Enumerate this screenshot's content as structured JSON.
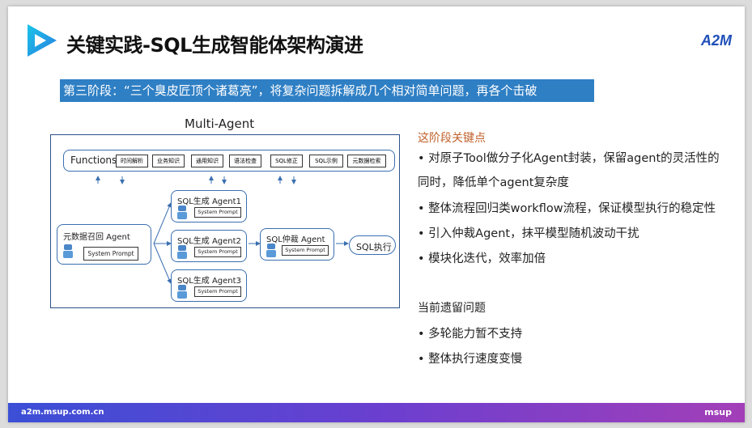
{
  "header": {
    "title": "关键实践-SQL生成智能体架构演进",
    "brand": "A2M"
  },
  "banner": "第三阶段：“三个臭皮匠顶个诸葛亮”，将复杂问题拆解成几个相对简单问题，再各个击破",
  "diagram": {
    "title": "Multi-Agent",
    "functions_label": "Functions",
    "functions": [
      "时间解析",
      "业务知识",
      "通用知识",
      "语法检查",
      "SQL修正",
      "SQL示例",
      "元数据检索"
    ],
    "meta_agent": "元数据召回 Agent",
    "sql_agents": [
      "SQL生成 Agent1",
      "SQL生成 Agent2",
      "SQL生成 Agent3"
    ],
    "arbiter_agent": "SQL仲裁 Agent",
    "output": "SQL执行",
    "prompt_label": "System Prompt",
    "colors": {
      "border": "#3a6fb0",
      "robot": "#4a86c8"
    }
  },
  "key_points": {
    "heading": "这阶段关键点",
    "items": [
      "• 对原子Tool做分子化Agent封装，保留agent的灵活性的",
      "   同时，降低单个agent复杂度",
      "• 整体流程回归类workflow流程，保证模型执行的稳定性",
      "• 引入仲裁Agent，抹平模型随机波动干扰",
      "• 模块化迭代，效率加倍"
    ]
  },
  "issues": {
    "heading": "当前遗留问题",
    "items": [
      "• 多轮能力暂不支持",
      "• 整体执行速度变慢"
    ]
  },
  "footer": {
    "url": "a2m.msup.com.cn",
    "brand": "msup"
  },
  "colors": {
    "banner": "#2f7fc4",
    "accent": "#c0612b",
    "brand": "#1f4fb8"
  }
}
